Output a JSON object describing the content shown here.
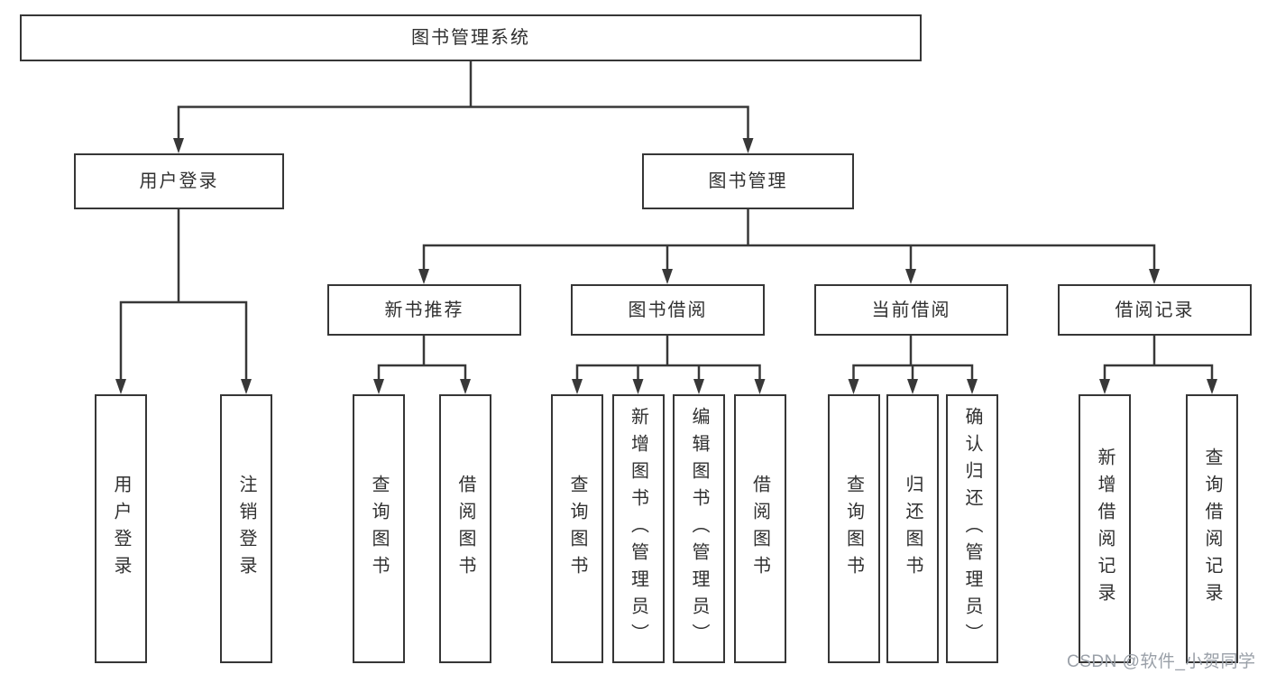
{
  "diagram": {
    "title_node": {
      "label": "图书管理系统"
    },
    "level2": [
      {
        "label": "用户登录"
      },
      {
        "label": "图书管理"
      }
    ],
    "level3": [
      {
        "label": "新书推荐"
      },
      {
        "label": "图书借阅"
      },
      {
        "label": "当前借阅"
      },
      {
        "label": "借阅记录"
      }
    ],
    "leaves": [
      {
        "label": "用户登录",
        "parent": "用户登录"
      },
      {
        "label": "注销登录",
        "parent": "用户登录"
      },
      {
        "label": "查询图书",
        "parent": "新书推荐"
      },
      {
        "label": "借阅图书",
        "parent": "新书推荐"
      },
      {
        "label": "查询图书",
        "parent": "图书借阅"
      },
      {
        "label": "新增图书（管理员）",
        "parent": "图书借阅"
      },
      {
        "label": "编辑图书（管理员）",
        "parent": "图书借阅"
      },
      {
        "label": "借阅图书",
        "parent": "图书借阅"
      },
      {
        "label": "查询图书",
        "parent": "当前借阅"
      },
      {
        "label": "归还图书",
        "parent": "当前借阅"
      },
      {
        "label": "确认归还（管理员）",
        "parent": "当前借阅"
      },
      {
        "label": "新增借阅记录",
        "parent": "借阅记录"
      },
      {
        "label": "查询借阅记录",
        "parent": "借阅记录"
      }
    ],
    "line_color": "#383838"
  },
  "watermark": {
    "text": "CSDN @软件_小贺同学",
    "color": "#9aa0a8"
  }
}
